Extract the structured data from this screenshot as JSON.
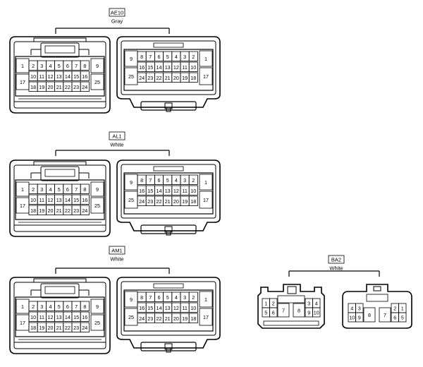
{
  "connectors": [
    {
      "id": "AE10",
      "color": "Gray",
      "male": {
        "top": [
          "1",
          "2",
          "3",
          "4",
          "5",
          "6",
          "7",
          "8",
          "9"
        ],
        "mid": [
          "17",
          "10",
          "11",
          "12",
          "13",
          "14",
          "15",
          "16",
          "25"
        ],
        "bot": [
          "18",
          "19",
          "20",
          "21",
          "22",
          "23",
          "24"
        ]
      },
      "female": {
        "top": [
          "9",
          "8",
          "7",
          "6",
          "5",
          "4",
          "3",
          "2",
          "1"
        ],
        "mid": [
          "25",
          "16",
          "15",
          "14",
          "13",
          "12",
          "11",
          "10",
          "17"
        ],
        "bot": [
          "24",
          "23",
          "22",
          "21",
          "20",
          "19",
          "18"
        ]
      }
    },
    {
      "id": "AL1",
      "color": "White",
      "male": {
        "top": [
          "1",
          "2",
          "3",
          "4",
          "5",
          "6",
          "7",
          "8",
          "9"
        ],
        "mid": [
          "17",
          "10",
          "11",
          "12",
          "13",
          "14",
          "15",
          "16",
          "25"
        ],
        "bot": [
          "18",
          "19",
          "20",
          "21",
          "22",
          "23",
          "24"
        ]
      },
      "female": {
        "top": [
          "9",
          "8",
          "7",
          "6",
          "5",
          "4",
          "3",
          "2",
          "1"
        ],
        "mid": [
          "25",
          "16",
          "15",
          "14",
          "13",
          "12",
          "11",
          "10",
          "17"
        ],
        "bot": [
          "24",
          "23",
          "22",
          "21",
          "20",
          "19",
          "18"
        ]
      }
    },
    {
      "id": "AM1",
      "color": "White",
      "male": {
        "top": [
          "1",
          "2",
          "3",
          "4",
          "5",
          "6",
          "7",
          "8",
          "9"
        ],
        "mid": [
          "17",
          "10",
          "11",
          "12",
          "13",
          "14",
          "15",
          "16",
          "25"
        ],
        "bot": [
          "18",
          "19",
          "20",
          "21",
          "22",
          "23",
          "24"
        ]
      },
      "female": {
        "top": [
          "9",
          "8",
          "7",
          "6",
          "5",
          "4",
          "3",
          "2",
          "1"
        ],
        "mid": [
          "25",
          "16",
          "15",
          "14",
          "13",
          "12",
          "11",
          "10",
          "17"
        ],
        "bot": [
          "24",
          "23",
          "22",
          "21",
          "20",
          "19",
          "18"
        ]
      }
    },
    {
      "id": "BA2",
      "color": "White",
      "male": {
        "top": [
          "1",
          "2",
          "3",
          "4"
        ],
        "bot": [
          "5",
          "6",
          "7",
          "8",
          "9",
          "10"
        ]
      },
      "female": {
        "top": [
          "4",
          "3",
          "2",
          "1"
        ],
        "bot": [
          "10",
          "9",
          "8",
          "7",
          "6",
          "5"
        ]
      }
    }
  ]
}
